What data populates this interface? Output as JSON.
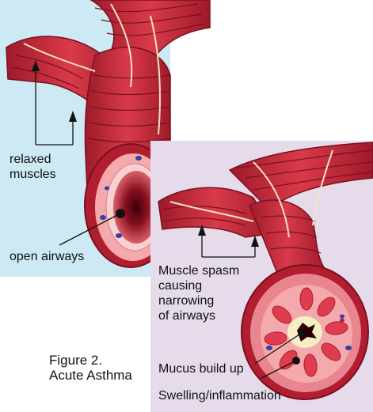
{
  "panel_normal": {
    "label_relaxed_muscles_line1": "relaxed",
    "label_relaxed_muscles_line2": "muscles",
    "label_open_airways": "open airways",
    "background_color": "#cde9f3"
  },
  "panel_asthma": {
    "label_spasm_line1": "Muscle spasm",
    "label_spasm_line2": "causing",
    "label_spasm_line3": "narrowing",
    "label_spasm_line4": "of airways",
    "label_mucus": "Mucus build up",
    "label_swelling": "Swelling/inflammation",
    "background_color": "#e6dbea"
  },
  "caption": {
    "line1": "Figure 2.",
    "line2": "Acute Asthma"
  },
  "colors": {
    "muscle": "#c8283a",
    "muscle_dark": "#8e1424",
    "tissue_pink": "#f4a9ad",
    "mucus": "#f6efc4",
    "nerve": "#f2e4c0"
  }
}
